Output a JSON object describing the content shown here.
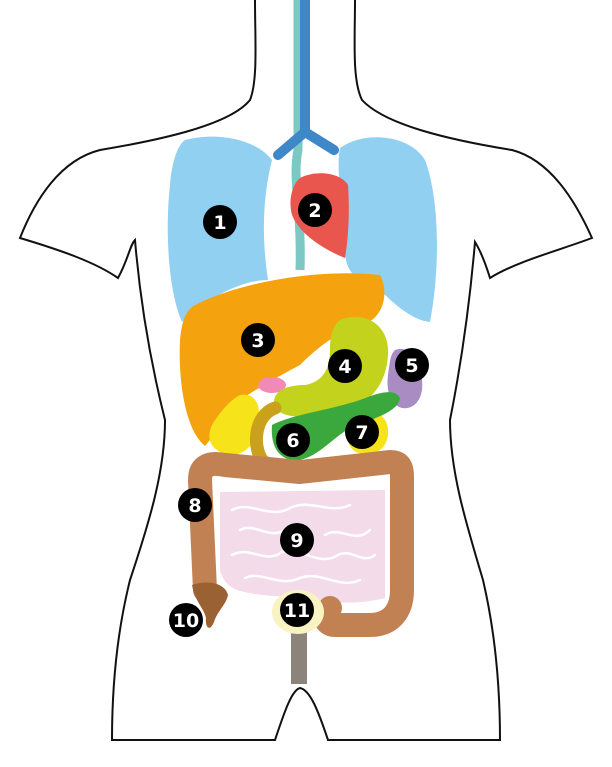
{
  "diagram": {
    "colors": {
      "outline": "#111111",
      "lungs": "#92d0f2",
      "trachea": "#7cc9c4",
      "bronchi": "#3f88c8",
      "heart": "#e8564e",
      "liver": "#f5a20f",
      "stomach": "#c3d21d",
      "spleen": "#a98cc2",
      "gallbladder": "#f6e31a",
      "pancreas": "#3aa83c",
      "duodenum": "#c9a11a",
      "kidney": "#f6e31a",
      "pink_organ": "#f18ab4",
      "large_intestine": "#c28152",
      "small_intestine": "#f3dbe9",
      "appendix": "#9a6232",
      "bladder": "#f9f3c4",
      "urethra": "#8c837b",
      "label_bg": "#000000"
    },
    "labels": [
      {
        "id": "lung",
        "text": "1"
      },
      {
        "id": "heart",
        "text": "2"
      },
      {
        "id": "liver",
        "text": "3"
      },
      {
        "id": "stomach",
        "text": "4"
      },
      {
        "id": "spleen",
        "text": "5"
      },
      {
        "id": "duodenum",
        "text": "6"
      },
      {
        "id": "kidney",
        "text": "7"
      },
      {
        "id": "large-intestine",
        "text": "8"
      },
      {
        "id": "small-intestine",
        "text": "9"
      },
      {
        "id": "appendix",
        "text": "10"
      },
      {
        "id": "bladder",
        "text": "11"
      }
    ]
  }
}
